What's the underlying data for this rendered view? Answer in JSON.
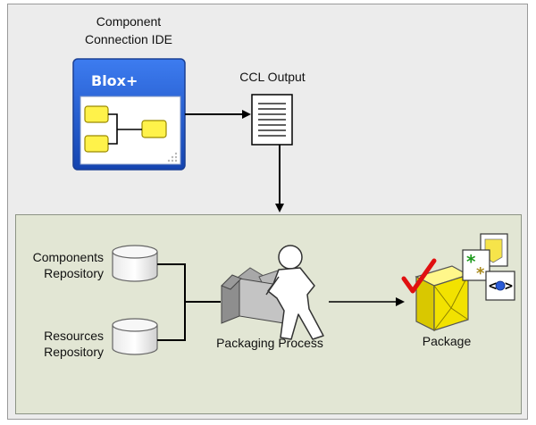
{
  "ide": {
    "caption_line1": "Component",
    "caption_line2": "Connection IDE",
    "window_title": "Blox+"
  },
  "ccl_output": {
    "label": "CCL Output"
  },
  "repositories": [
    {
      "line1": "Components",
      "line2": "Repository"
    },
    {
      "line1": "Resources",
      "line2": "Repository"
    }
  ],
  "packaging_process": {
    "label": "Packaging Process"
  },
  "package": {
    "label": "Package"
  },
  "colors": {
    "ide_blue": "#1f5fcf",
    "ide_header_text": "#ffffff",
    "component_yellow": "#fff24a",
    "panel_green": "#e2e6d4",
    "check_red": "#e01010",
    "package_yellow": "#f2e200"
  }
}
